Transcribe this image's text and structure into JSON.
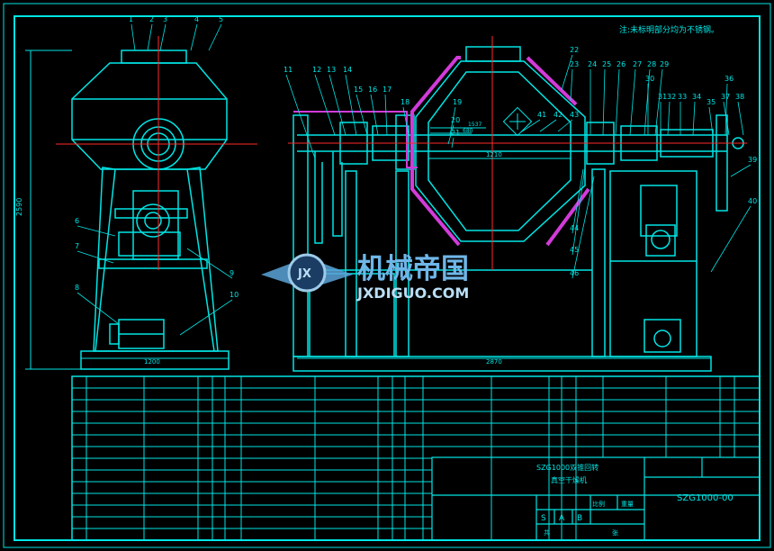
{
  "note": "注:未标明部分均为不锈钢。",
  "front_view": {
    "callouts": [
      "1",
      "2",
      "3",
      "4",
      "5",
      "6",
      "7",
      "8",
      "9",
      "10"
    ],
    "dim_height": "2590",
    "dim_width": "1200"
  },
  "side_view": {
    "callouts": [
      "11",
      "12",
      "13",
      "14",
      "15",
      "16",
      "17",
      "18",
      "19",
      "20",
      "21",
      "22",
      "23",
      "24",
      "25",
      "26",
      "27",
      "28",
      "29",
      "30",
      "31",
      "32",
      "33",
      "34",
      "35",
      "36",
      "37",
      "38",
      "39",
      "40",
      "41",
      "42",
      "43",
      "44",
      "45",
      "46"
    ],
    "dim_width": "2870",
    "dim_inner": "1210",
    "dim_a": "1537",
    "dim_b": "680",
    "label_a": "1537",
    "label_b": "680"
  },
  "watermark": {
    "cn": "机械帝国",
    "en": "JXDIGUO.COM",
    "badge": "JX"
  },
  "title_block": {
    "product": "SZG1000双锥回转",
    "subtitle": "真空干燥机",
    "drawing_no": "SZG1000-00",
    "scale_label": "比例",
    "weight_label": "重量",
    "stage_marks": [
      "S",
      "A",
      "B"
    ],
    "cell_a": "共",
    "cell_b": "张"
  },
  "colors": {
    "line": "#00e5e5",
    "accent": "#ff2a2a",
    "purple": "#d13bd9",
    "bg": "#000000"
  }
}
